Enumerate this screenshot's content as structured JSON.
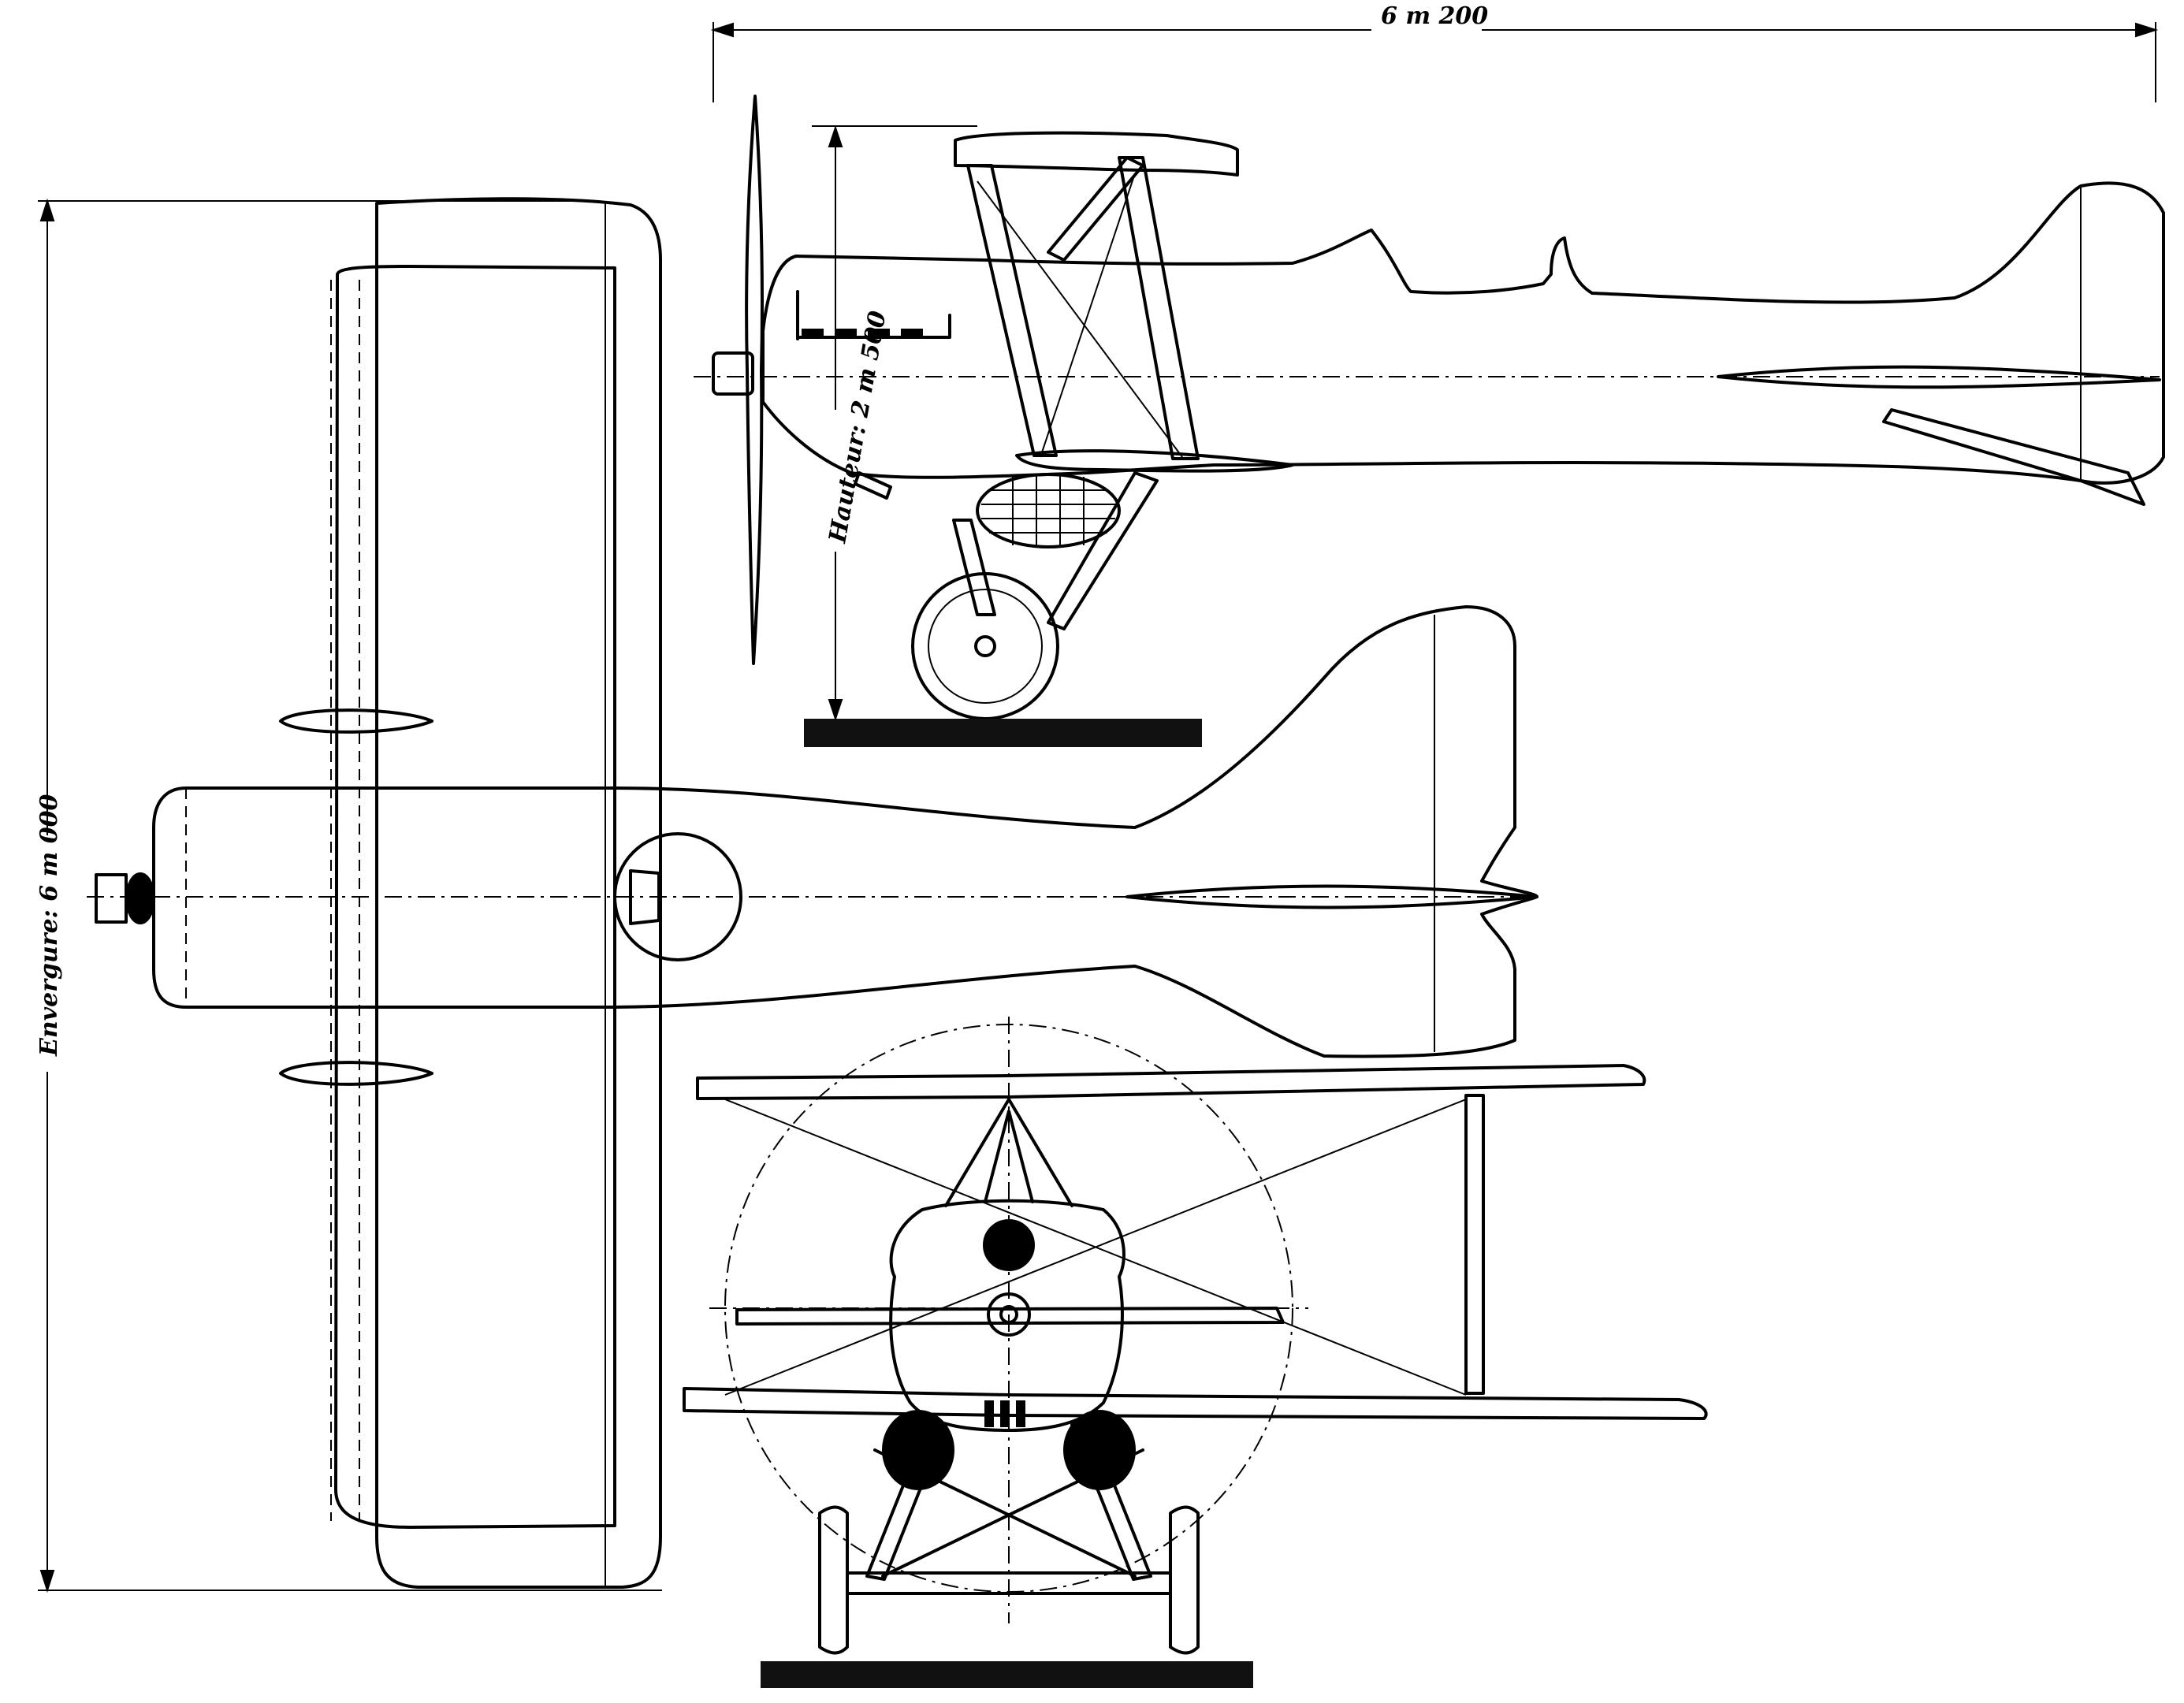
{
  "dimensions": {
    "length_label": "6 m 200",
    "span_label": "Envergure: 6 m 000",
    "height_label": "Hauteur: 2 m 500"
  },
  "colors": {
    "ink": "#000000",
    "paper": "#ffffff"
  }
}
